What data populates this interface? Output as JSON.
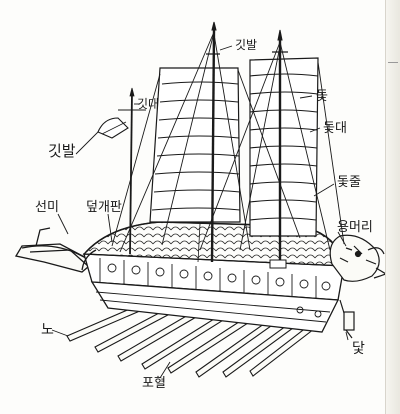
{
  "labels": {
    "flag_top": "깃발",
    "sail": "돛",
    "mast": "돛대",
    "sail_rope": "돛줄",
    "dragon_head": "용머리",
    "flagpole": "깃대",
    "flag": "깃발",
    "bow_tail": "선미",
    "deck_cover": "덮개판",
    "oar": "노",
    "anchor": "닻",
    "hull_wall": "포혈"
  },
  "colors": {
    "ink": "#1a1a1a",
    "paper": "#fdfdfb"
  }
}
